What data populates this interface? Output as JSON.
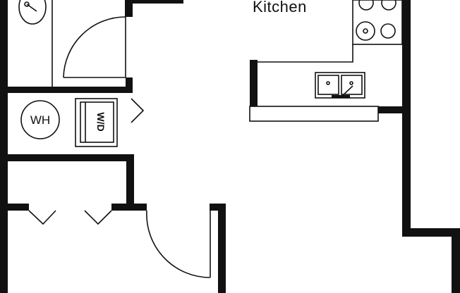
{
  "plan": {
    "rooms": {
      "kitchen": "Kitchen"
    },
    "fixtures": {
      "water_heater": "WH",
      "washer_dryer": "W/D"
    }
  },
  "colors": {
    "wall": "#111111",
    "background": "#ffffff"
  }
}
